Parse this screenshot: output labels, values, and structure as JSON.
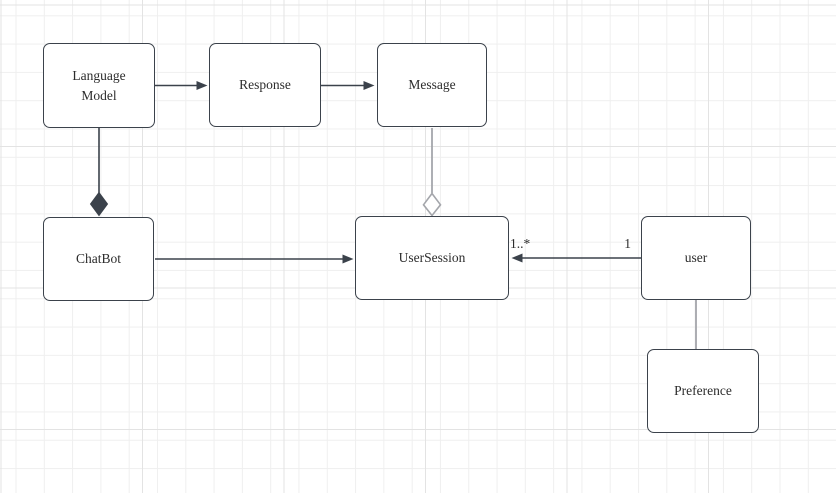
{
  "app": {
    "view": "diagram-canvas"
  },
  "diagram": {
    "nodes": [
      {
        "label": "Language Model"
      },
      {
        "label": "Response"
      },
      {
        "label": "Message"
      },
      {
        "label": "ChatBot"
      },
      {
        "label": "UserSession"
      },
      {
        "label": "user"
      },
      {
        "label": "Preference"
      }
    ],
    "edges": [
      {
        "from": "Language Model",
        "to": "Response",
        "type": "directed-arrow"
      },
      {
        "from": "Response",
        "to": "Message",
        "type": "directed-arrow"
      },
      {
        "from": "Language Model",
        "to": "ChatBot",
        "type": "composition",
        "diamond_at": "ChatBot"
      },
      {
        "from": "Message",
        "to": "UserSession",
        "type": "aggregation",
        "diamond_at": "UserSession"
      },
      {
        "from": "ChatBot",
        "to": "UserSession",
        "type": "directed-arrow"
      },
      {
        "from": "user",
        "to": "UserSession",
        "type": "directed-arrow",
        "source_multiplicity": "1",
        "target_multiplicity": "1..*"
      },
      {
        "from": "user",
        "to": "Preference",
        "type": "plain-line"
      }
    ]
  },
  "colors": {
    "background": "#ffffff",
    "grid_minor": "#efefef",
    "grid_major": "#e3e3e3",
    "node_fill": "#ffffff",
    "node_border": "#3b424b",
    "edge_dark": "#3b424b",
    "edge_light": "#a4a6ab",
    "text": "#2c2c2c"
  }
}
